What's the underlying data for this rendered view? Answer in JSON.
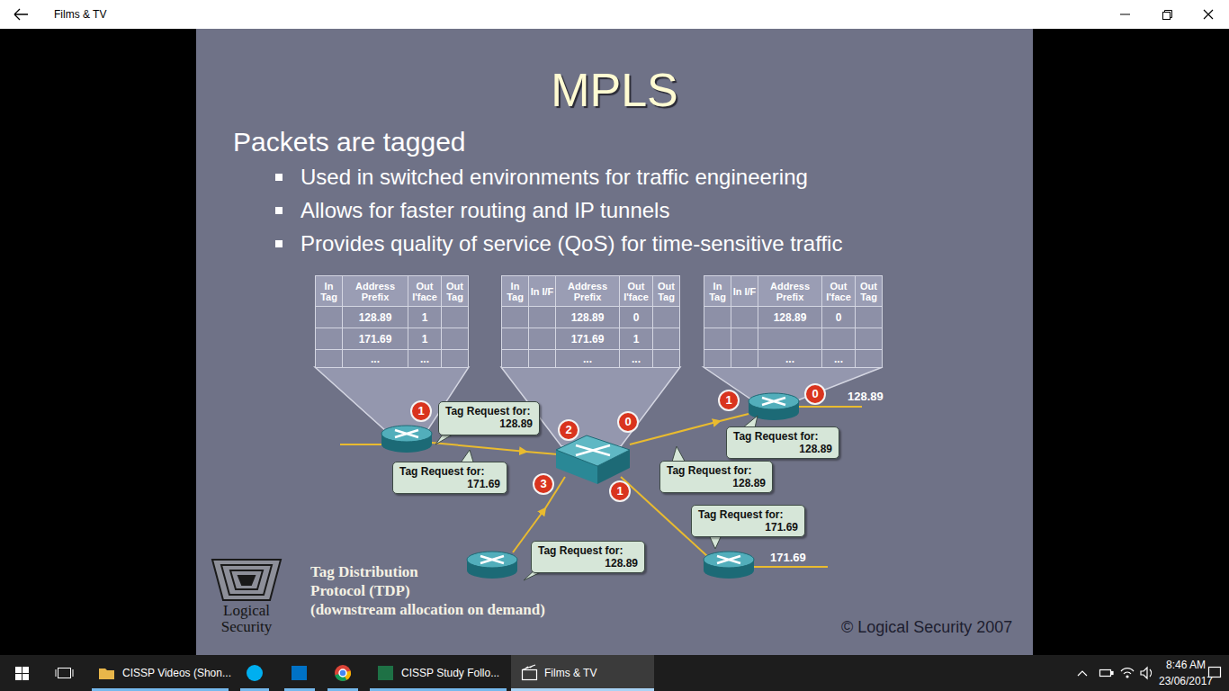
{
  "diagram": {
    "title": "MPLS",
    "nodes": [
      {
        "text": [
          "Tag Request for:",
          "128.89"
        ]
      },
      {
        "text": [
          "Tag Request for:",
          "128.89"
        ]
      },
      {
        "text": [
          "Tag Request for:",
          "128.89"
        ]
      },
      {
        "text": [
          "Tag Request for:",
          "171.69"
        ]
      },
      {
        "text": [
          "Tag Request for:",
          "171.69"
        ]
      },
      {
        "text": [
          "Tag Request for:",
          "128.89"
        ]
      }
    ],
    "labels": [
      "Films & TV",
      "Packets are tagged",
      "Used in switched environments for traffic engineering",
      "Allows for faster routing and IP tunnels",
      "Provides quality of service (QoS) for time-sensitive traffic",
      "In Tag",
      "Address Prefix",
      "Out I'face",
      "Out Tag",
      "128.89",
      "1",
      "171.69",
      "1",
      "...",
      "...",
      "In Tag",
      "In I/F",
      "Address Prefix",
      "Out I'face",
      "Out Tag",
      "128.89",
      "0",
      "171.69",
      "1",
      "...",
      "...",
      "In Tag",
      "In I/F",
      "Address Prefix",
      "Out I'face",
      "Out Tag",
      "128.89",
      "0",
      "...",
      "...",
      "1",
      "2",
      "0",
      "3",
      "1",
      "1",
      "0",
      "128.89",
      "171.69",
      "Tag Distribution Protocol (TDP)",
      "(downstream allocation on demand)",
      "Logical Security",
      "© Logical Security 2007",
      "CISSP Videos (Shon...",
      "CISSP Study Follo...",
      "Films & TV",
      "8:46 AM",
      "23/06/2017"
    ]
  }
}
